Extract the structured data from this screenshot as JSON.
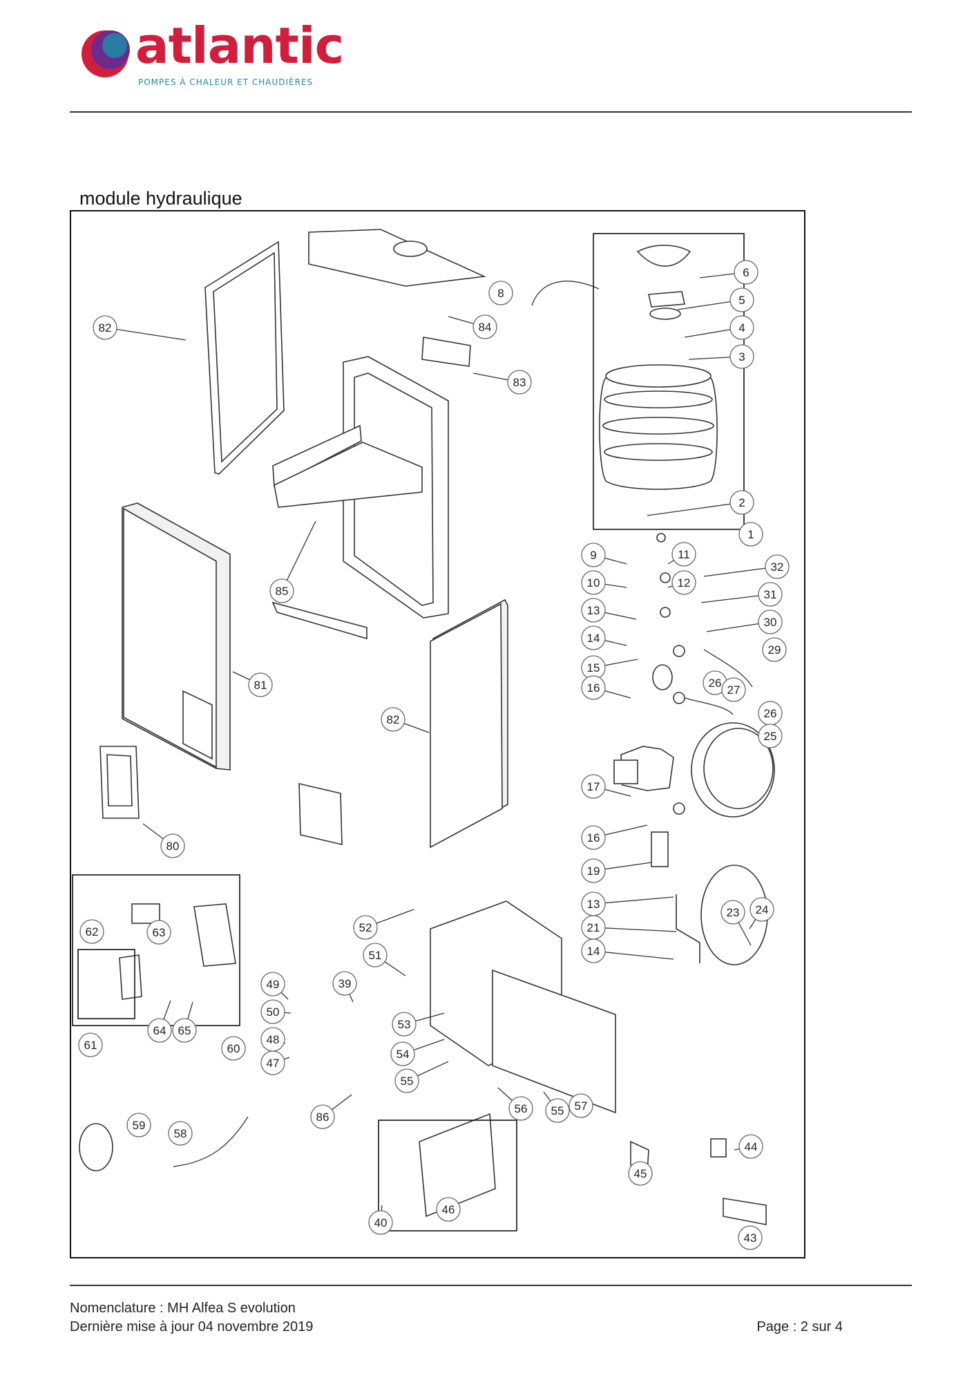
{
  "header": {
    "brand": "atlantic",
    "tagline": "POMPES À CHALEUR ET CHAUDIÈRES",
    "brand_color": "#d01f3c",
    "tagline_color": "#1f8aa8"
  },
  "section_title": "module hydraulique",
  "footer": {
    "nomenclature": "Nomenclature : MH Alfea S evolution",
    "updated": "Dernière mise à jour 04 novembre 2019",
    "page": "Page : 2 sur 4"
  },
  "callouts": [
    "6",
    "5",
    "4",
    "3",
    "8",
    "84",
    "82",
    "83",
    "2",
    "1",
    "9",
    "11",
    "32",
    "10",
    "12",
    "31",
    "13",
    "30",
    "14",
    "29",
    "15",
    "26",
    "27",
    "16",
    "26",
    "25",
    "85",
    "81",
    "82",
    "17",
    "24",
    "16",
    "80",
    "19",
    "23",
    "13",
    "21",
    "14",
    "57",
    "52",
    "62",
    "63",
    "51",
    "49",
    "39",
    "64",
    "65",
    "53",
    "50",
    "61",
    "60",
    "48",
    "54",
    "47",
    "55",
    "56",
    "55",
    "57",
    "86",
    "59",
    "58",
    "44",
    "45",
    "46",
    "43",
    "40"
  ]
}
